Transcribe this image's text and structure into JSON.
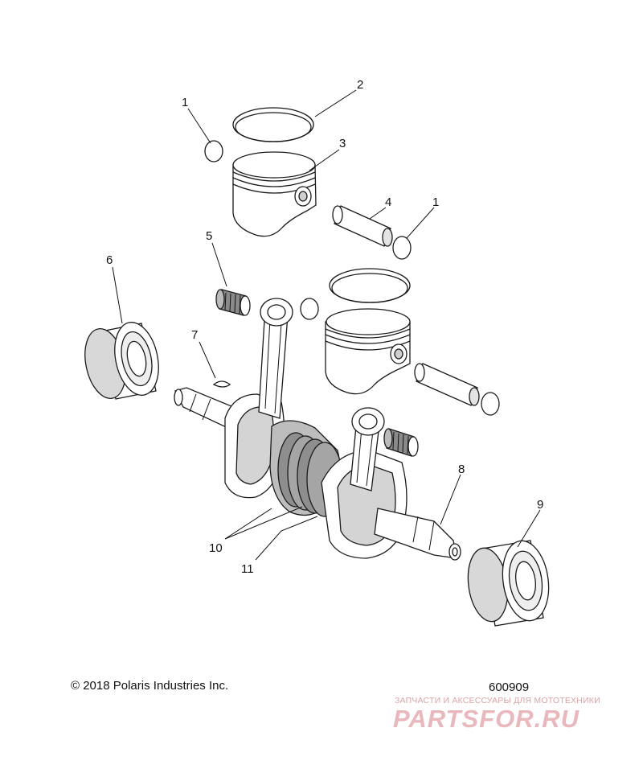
{
  "callouts": [
    {
      "id": "c1a",
      "label": "1"
    },
    {
      "id": "c2",
      "label": "2"
    },
    {
      "id": "c3",
      "label": "3"
    },
    {
      "id": "c4",
      "label": "4"
    },
    {
      "id": "c1b",
      "label": "1"
    },
    {
      "id": "c5",
      "label": "5"
    },
    {
      "id": "c6",
      "label": "6"
    },
    {
      "id": "c7",
      "label": "7"
    },
    {
      "id": "c8",
      "label": "8"
    },
    {
      "id": "c9",
      "label": "9"
    },
    {
      "id": "c10",
      "label": "10"
    },
    {
      "id": "c11",
      "label": "11"
    }
  ],
  "footer": {
    "copyright": "© 2018 Polaris Industries Inc.",
    "drawing_number": "600909"
  },
  "watermark": {
    "tagline": "ЗАПЧАСТИ И АКСЕССУАРЫ ДЛЯ МОТОТЕХНИКИ",
    "logo": "PARTSFOR.RU"
  }
}
